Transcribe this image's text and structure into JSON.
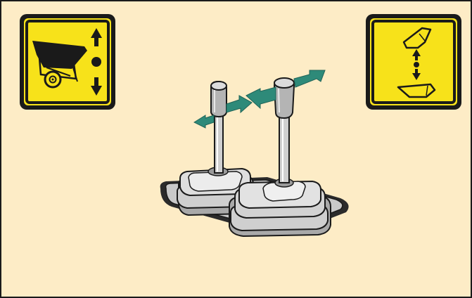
{
  "colors": {
    "background": "#fdecc6",
    "border": "#1a1a1a",
    "sign_yellow": "#f7e21a",
    "arrow_teal": "#2e8a79",
    "lever_grey": "#b8b8b8",
    "boot_grey": "#d2d2d2",
    "tray_dark": "#2b2b2b"
  },
  "symbols": {
    "left": {
      "name": "hopper-raise-lower-symbol",
      "icons": [
        "hopper-icon",
        "arrow-up-icon",
        "neutral-dot-icon",
        "arrow-down-icon"
      ]
    },
    "right": {
      "name": "bucket-raise-lower-symbol",
      "icons": [
        "bucket-raised-icon",
        "arrow-up-icon",
        "neutral-dot-icon",
        "arrow-down-icon",
        "bucket-lowered-icon"
      ]
    }
  },
  "levers": [
    {
      "name": "left-lever",
      "motion": "forward-backward"
    },
    {
      "name": "right-lever",
      "motion": "forward-backward"
    }
  ]
}
